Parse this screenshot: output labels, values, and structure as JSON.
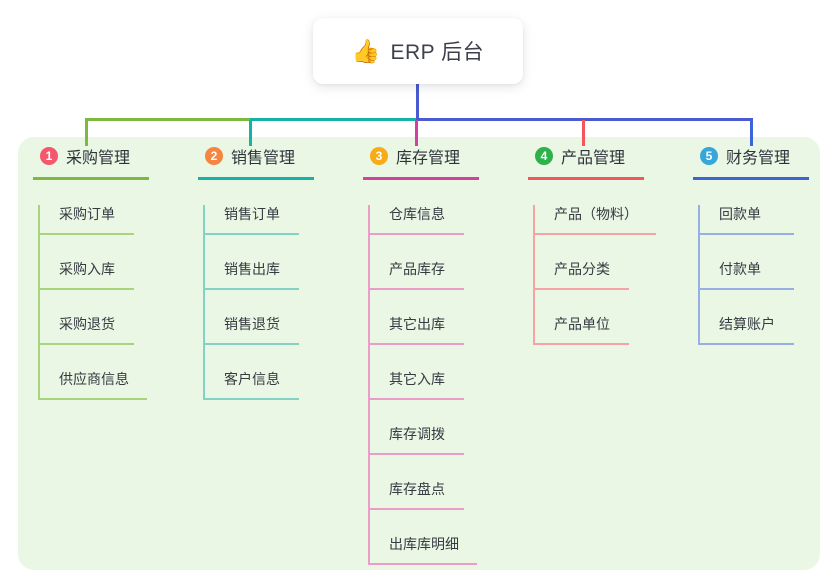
{
  "root": {
    "icon": "👍",
    "title": "ERP 后台"
  },
  "colors": {
    "canvas_bg": "#ffffff",
    "panel_bg": "#eaf7e5",
    "root_line": "#4a5ad0",
    "bus_segments": [
      "#7cb93e",
      "#14b3a6",
      "#4a5ad0"
    ]
  },
  "branches": [
    {
      "badge": "1",
      "label": "采购管理",
      "badge_color": "#f4586c",
      "line_color": "#7cb93e",
      "child_line_color": "#a9d37f",
      "children": [
        "采购订单",
        "采购入库",
        "采购退货",
        "供应商信息"
      ]
    },
    {
      "badge": "2",
      "label": "销售管理",
      "badge_color": "#f6853f",
      "line_color": "#14b3a6",
      "child_line_color": "#82d2c6",
      "children": [
        "销售订单",
        "销售出库",
        "销售退货",
        "客户信息"
      ]
    },
    {
      "badge": "3",
      "label": "库存管理",
      "badge_color": "#f8ab17",
      "line_color": "#d2419e",
      "child_line_color": "#ec9cc9",
      "children": [
        "仓库信息",
        "产品库存",
        "其它出库",
        "其它入库",
        "库存调拨",
        "库存盘点",
        "出库库明细"
      ]
    },
    {
      "badge": "4",
      "label": "产品管理",
      "badge_color": "#2db14b",
      "line_color": "#f4565e",
      "child_line_color": "#f7a2a6",
      "children": [
        "产品（物料）",
        "产品分类",
        "产品单位"
      ]
    },
    {
      "badge": "5",
      "label": "财务管理",
      "badge_color": "#35a7db",
      "line_color": "#3d63d9",
      "child_line_color": "#9aaee6",
      "children": [
        "回款单",
        "付款单",
        "结算账户"
      ]
    }
  ]
}
